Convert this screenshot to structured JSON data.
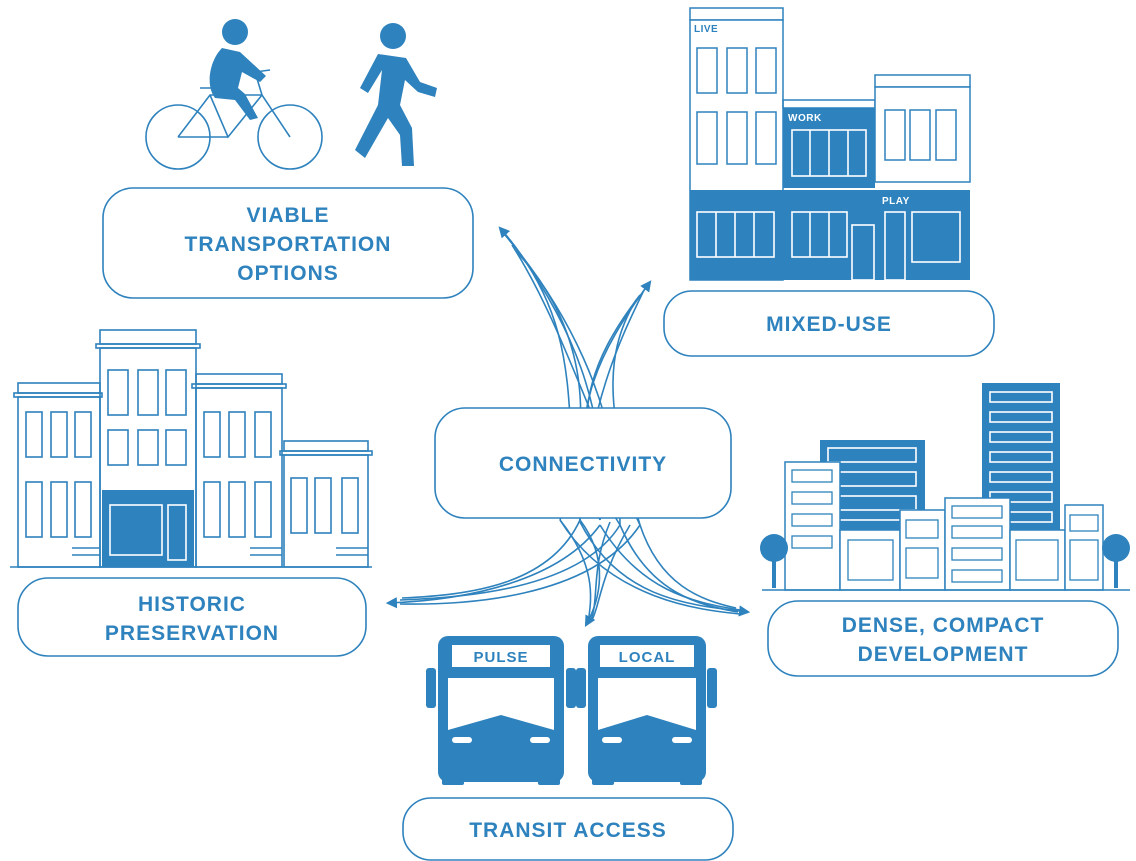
{
  "colors": {
    "accent": "#2e82bd",
    "background": "#ffffff"
  },
  "center": {
    "label": "CONNECTIVITY"
  },
  "nodes": {
    "transportation": {
      "lines": [
        "VIABLE",
        "TRANSPORTATION",
        "OPTIONS"
      ],
      "icon": "bicycle-and-pedestrian-icon"
    },
    "mixed_use": {
      "lines": [
        "MIXED-USE"
      ],
      "icon": "mixed-use-building-icon",
      "building_labels": {
        "live": "LIVE",
        "work": "WORK",
        "play": "PLAY"
      }
    },
    "historic": {
      "lines": [
        "HISTORIC",
        "PRESERVATION"
      ],
      "icon": "historic-rowhouses-icon"
    },
    "dense": {
      "lines": [
        "DENSE, COMPACT",
        "DEVELOPMENT"
      ],
      "icon": "city-skyline-icon"
    },
    "transit": {
      "lines": [
        "TRANSIT ACCESS"
      ],
      "icon": "bus-icon",
      "bus_labels": {
        "pulse": "PULSE",
        "local": "LOCAL"
      }
    }
  }
}
